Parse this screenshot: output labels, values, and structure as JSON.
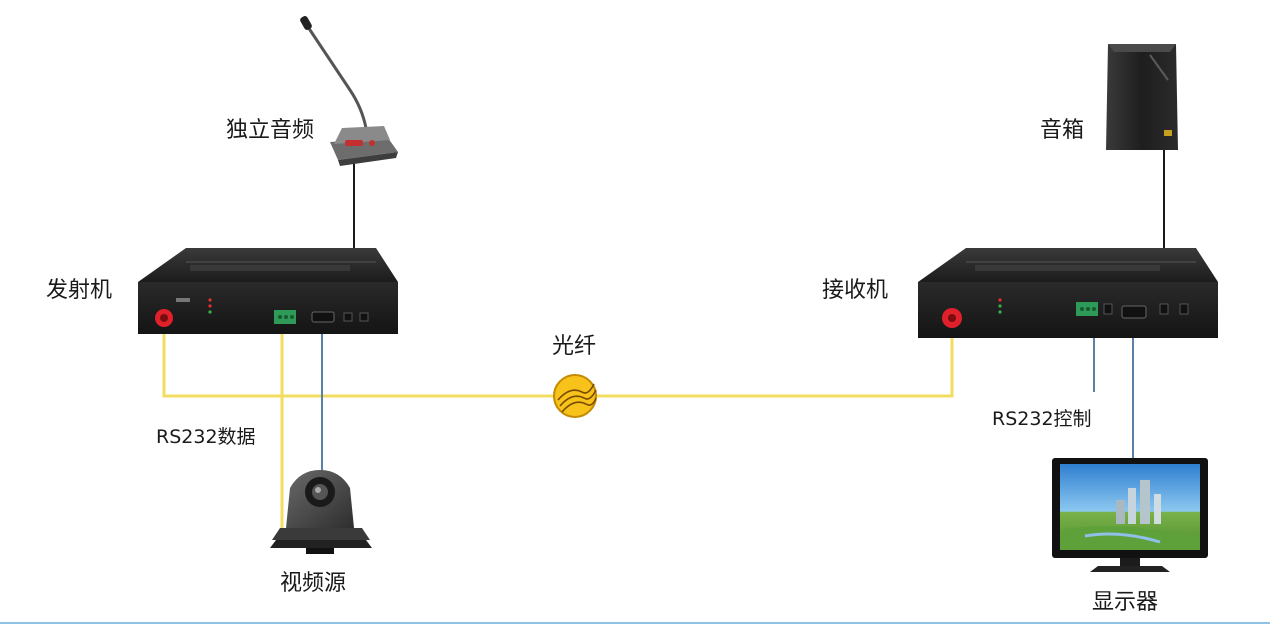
{
  "labels": {
    "standalone_audio": "独立音频",
    "speaker": "音箱",
    "transmitter": "发射机",
    "receiver": "接收机",
    "fiber": "光纤",
    "rs232_data": "RS232数据",
    "rs232_control": "RS232控制",
    "video_source": "视频源",
    "display": "显示器"
  },
  "colors": {
    "fiber_cable": "#f2dd60",
    "fiber_icon": "#f7c21a",
    "video_cable": "#5b80a8",
    "audio_cable": "#1a1a1a",
    "device_body": "#2b2b2b",
    "fiber_port": "#e0202a"
  }
}
